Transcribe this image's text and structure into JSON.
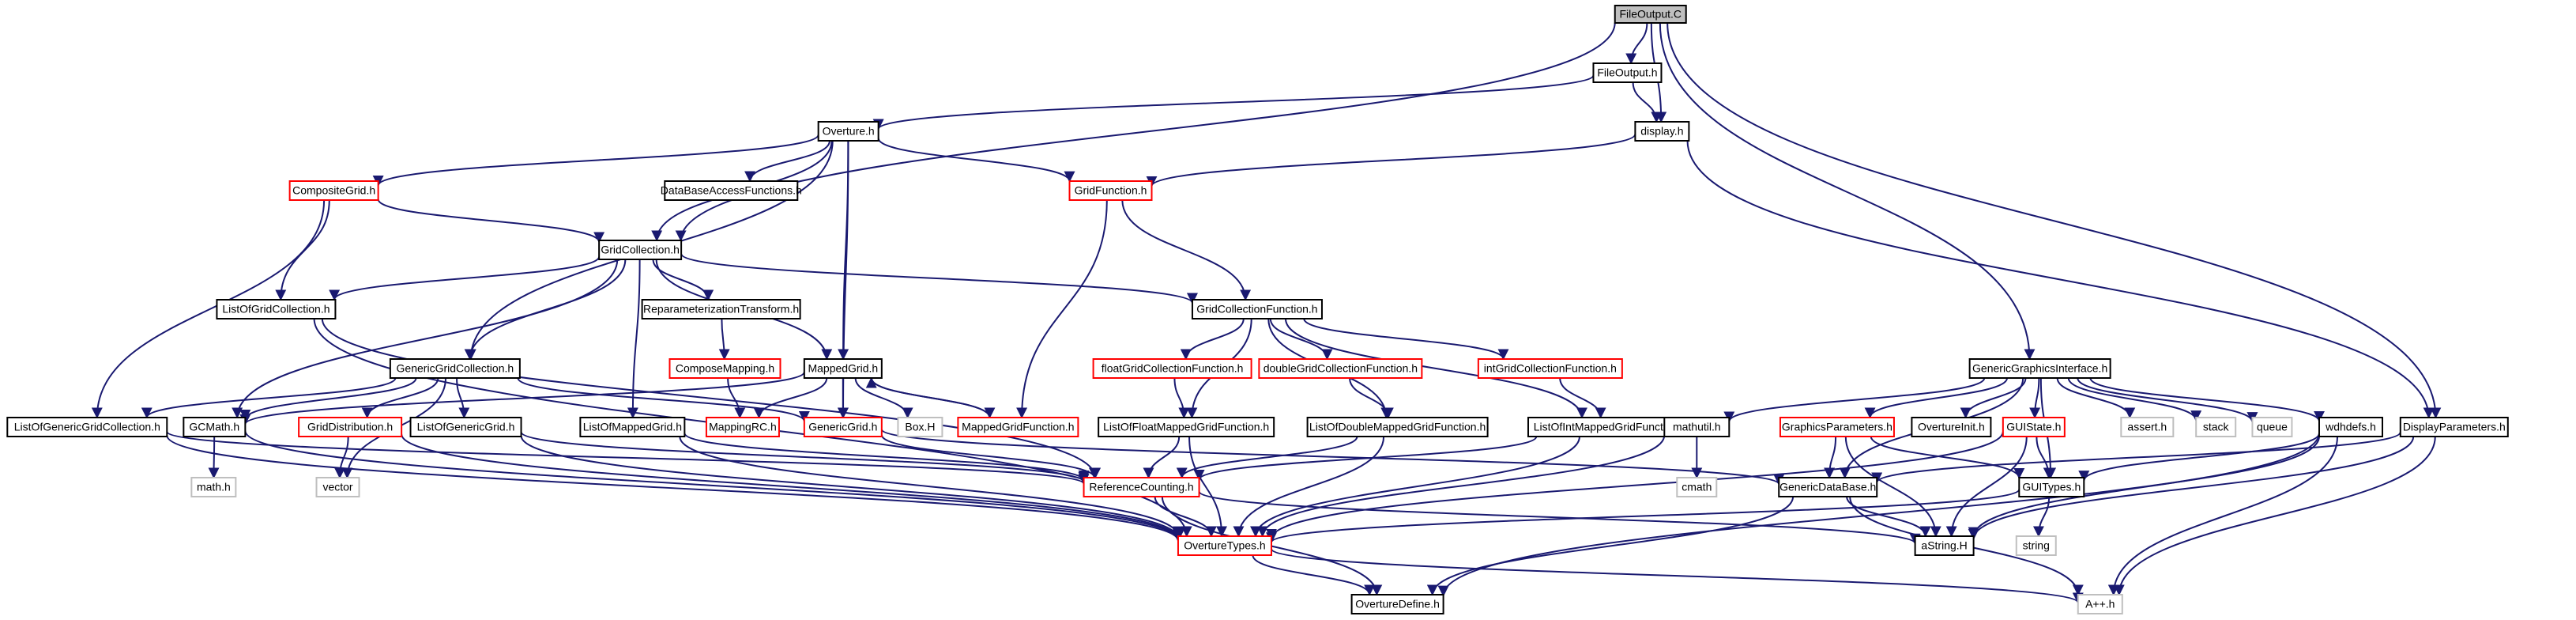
{
  "colors": {
    "edge": "#191970",
    "normal_border": "#000000",
    "red_border": "#ff0000",
    "system_border": "#bfbfbf",
    "root_fill": "#bfbfbf",
    "text": "#000000",
    "system_text": "#000000"
  },
  "nodes": [
    {
      "id": "FileOutputC",
      "label": "FileOutput.C",
      "style": "root"
    },
    {
      "id": "FileOutputH",
      "label": "FileOutput.h",
      "style": "normal"
    },
    {
      "id": "OvertureH",
      "label": "Overture.h",
      "style": "normal"
    },
    {
      "id": "displayH",
      "label": "display.h",
      "style": "normal"
    },
    {
      "id": "CompositeGridH",
      "label": "CompositeGrid.h",
      "style": "red"
    },
    {
      "id": "DataBaseAccessFunctionsH",
      "label": "DataBaseAccessFunctions.h",
      "style": "normal"
    },
    {
      "id": "GridFunctionH",
      "label": "GridFunction.h",
      "style": "red"
    },
    {
      "id": "GridCollectionH",
      "label": "GridCollection.h",
      "style": "normal"
    },
    {
      "id": "ListOfGridCollectionH",
      "label": "ListOfGridCollection.h",
      "style": "normal"
    },
    {
      "id": "ReparameterizationTransformH",
      "label": "ReparameterizationTransform.h",
      "style": "normal"
    },
    {
      "id": "GridCollectionFunctionH",
      "label": "GridCollectionFunction.h",
      "style": "normal"
    },
    {
      "id": "ComposeMappingH",
      "label": "ComposeMapping.h",
      "style": "red"
    },
    {
      "id": "GenericGridCollectionH",
      "label": "GenericGridCollection.h",
      "style": "normal"
    },
    {
      "id": "MappedGridH",
      "label": "MappedGrid.h",
      "style": "normal"
    },
    {
      "id": "floatGridCollectionFunctionH",
      "label": "floatGridCollectionFunction.h",
      "style": "red"
    },
    {
      "id": "doubleGridCollectionFunctionH",
      "label": "doubleGridCollectionFunction.h",
      "style": "red"
    },
    {
      "id": "intGridCollectionFunctionH",
      "label": "intGridCollectionFunction.h",
      "style": "red"
    },
    {
      "id": "GenericGraphicsInterfaceH",
      "label": "GenericGraphicsInterface.h",
      "style": "normal"
    },
    {
      "id": "ListOfGenericGridCollectionH",
      "label": "ListOfGenericGridCollection.h",
      "style": "normal"
    },
    {
      "id": "GCMathH",
      "label": "GCMath.h",
      "style": "normal"
    },
    {
      "id": "GridDistributionH",
      "label": "GridDistribution.h",
      "style": "red"
    },
    {
      "id": "ListOfGenericGridH",
      "label": "ListOfGenericGrid.h",
      "style": "normal"
    },
    {
      "id": "ListOfMappedGridH",
      "label": "ListOfMappedGrid.h",
      "style": "normal"
    },
    {
      "id": "MappingRCH",
      "label": "MappingRC.h",
      "style": "red"
    },
    {
      "id": "GenericGridH",
      "label": "GenericGrid.h",
      "style": "red"
    },
    {
      "id": "BoxH",
      "label": "Box.H",
      "style": "system"
    },
    {
      "id": "MappedGridFunctionH",
      "label": "MappedGridFunction.h",
      "style": "red"
    },
    {
      "id": "ListOfFloatMappedGridFunctionH",
      "label": "ListOfFloatMappedGridFunction.h",
      "style": "normal"
    },
    {
      "id": "ListOfDoubleMappedGridFunctionH",
      "label": "ListOfDoubleMappedGridFunction.h",
      "style": "normal"
    },
    {
      "id": "ListOfIntMappedGridFunctionH",
      "label": "ListOfIntMappedGridFunction.h",
      "style": "normal"
    },
    {
      "id": "mathutilH",
      "label": "mathutil.h",
      "style": "normal"
    },
    {
      "id": "GraphicsParametersH",
      "label": "GraphicsParameters.h",
      "style": "red"
    },
    {
      "id": "GUIStateH",
      "label": "GUIState.h",
      "style": "red"
    },
    {
      "id": "OvertureInitH",
      "label": "OvertureInit.h",
      "style": "normal"
    },
    {
      "id": "assertH",
      "label": "assert.h",
      "style": "system"
    },
    {
      "id": "stack",
      "label": "stack",
      "style": "system"
    },
    {
      "id": "queue",
      "label": "queue",
      "style": "system"
    },
    {
      "id": "wdhdefsH",
      "label": "wdhdefs.h",
      "style": "normal"
    },
    {
      "id": "DisplayParametersH",
      "label": "DisplayParameters.h",
      "style": "normal"
    },
    {
      "id": "mathH",
      "label": "math.h",
      "style": "system"
    },
    {
      "id": "vector",
      "label": "vector",
      "style": "system"
    },
    {
      "id": "ReferenceCountingH",
      "label": "ReferenceCounting.h",
      "style": "red"
    },
    {
      "id": "cmath",
      "label": "cmath",
      "style": "system"
    },
    {
      "id": "GenericDataBaseH",
      "label": "GenericDataBase.h",
      "style": "normal"
    },
    {
      "id": "GUITypesH",
      "label": "GUITypes.h",
      "style": "normal"
    },
    {
      "id": "OvertureTypesH",
      "label": "OvertureTypes.h",
      "style": "red"
    },
    {
      "id": "aStringH",
      "label": "aString.H",
      "style": "normal"
    },
    {
      "id": "string",
      "label": "string",
      "style": "system"
    },
    {
      "id": "OvertureDefineH",
      "label": "OvertureDefine.h",
      "style": "normal"
    },
    {
      "id": "AppH",
      "label": "A++.h",
      "style": "system"
    }
  ],
  "edges": [
    [
      "FileOutputC",
      "FileOutputH"
    ],
    [
      "FileOutputC",
      "displayH"
    ],
    [
      "FileOutputC",
      "GridCollectionH"
    ],
    [
      "FileOutputC",
      "GenericGraphicsInterfaceH"
    ],
    [
      "FileOutputC",
      "DisplayParametersH"
    ],
    [
      "FileOutputH",
      "OvertureH"
    ],
    [
      "FileOutputH",
      "displayH"
    ],
    [
      "OvertureH",
      "CompositeGridH"
    ],
    [
      "OvertureH",
      "DataBaseAccessFunctionsH"
    ],
    [
      "OvertureH",
      "GridFunctionH"
    ],
    [
      "OvertureH",
      "GridCollectionH"
    ],
    [
      "OvertureH",
      "GenericGridCollectionH"
    ],
    [
      "OvertureH",
      "MappedGridH"
    ],
    [
      "OvertureH",
      "GenericGridH"
    ],
    [
      "displayH",
      "GridFunctionH"
    ],
    [
      "displayH",
      "DisplayParametersH"
    ],
    [
      "CompositeGridH",
      "GridCollectionH"
    ],
    [
      "CompositeGridH",
      "ListOfGridCollectionH"
    ],
    [
      "CompositeGridH",
      "ListOfGenericGridCollectionH"
    ],
    [
      "GridFunctionH",
      "GridCollectionFunctionH"
    ],
    [
      "GridFunctionH",
      "MappedGridFunctionH"
    ],
    [
      "GridCollectionH",
      "ListOfGridCollectionH"
    ],
    [
      "GridCollectionH",
      "ReparameterizationTransformH"
    ],
    [
      "GridCollectionH",
      "GridCollectionFunctionH"
    ],
    [
      "GridCollectionH",
      "GenericGridCollectionH"
    ],
    [
      "GridCollectionH",
      "MappedGridH"
    ],
    [
      "GridCollectionH",
      "ListOfMappedGridH"
    ],
    [
      "GridCollectionH",
      "GCMathH"
    ],
    [
      "ListOfGridCollectionH",
      "OvertureTypesH"
    ],
    [
      "ListOfGridCollectionH",
      "ReferenceCountingH"
    ],
    [
      "ReparameterizationTransformH",
      "ComposeMappingH"
    ],
    [
      "GridCollectionFunctionH",
      "floatGridCollectionFunctionH"
    ],
    [
      "GridCollectionFunctionH",
      "doubleGridCollectionFunctionH"
    ],
    [
      "GridCollectionFunctionH",
      "intGridCollectionFunctionH"
    ],
    [
      "GridCollectionFunctionH",
      "ListOfFloatMappedGridFunctionH"
    ],
    [
      "GridCollectionFunctionH",
      "ListOfDoubleMappedGridFunctionH"
    ],
    [
      "GridCollectionFunctionH",
      "ListOfIntMappedGridFunctionH"
    ],
    [
      "ComposeMappingH",
      "MappingRCH"
    ],
    [
      "GenericGridCollectionH",
      "ListOfGenericGridCollectionH"
    ],
    [
      "GenericGridCollectionH",
      "GCMathH"
    ],
    [
      "GenericGridCollectionH",
      "GridDistributionH"
    ],
    [
      "GenericGridCollectionH",
      "ListOfGenericGridH"
    ],
    [
      "GenericGridCollectionH",
      "GenericGridH"
    ],
    [
      "GenericGridCollectionH",
      "vector"
    ],
    [
      "MappedGridH",
      "MappingRCH"
    ],
    [
      "MappedGridH",
      "GenericGridH"
    ],
    [
      "MappedGridH",
      "BoxH"
    ],
    [
      "MappedGridH",
      "MappedGridFunctionH"
    ],
    [
      "MappedGridH",
      "GCMathH"
    ],
    [
      "MappedGridFunctionH",
      "MappedGridH"
    ],
    [
      "floatGridCollectionFunctionH",
      "ListOfFloatMappedGridFunctionH"
    ],
    [
      "doubleGridCollectionFunctionH",
      "ListOfDoubleMappedGridFunctionH"
    ],
    [
      "intGridCollectionFunctionH",
      "ListOfIntMappedGridFunctionH"
    ],
    [
      "GenericGraphicsInterfaceH",
      "mathutilH"
    ],
    [
      "GenericGraphicsInterfaceH",
      "GraphicsParametersH"
    ],
    [
      "GenericGraphicsInterfaceH",
      "GUIStateH"
    ],
    [
      "GenericGraphicsInterfaceH",
      "OvertureInitH"
    ],
    [
      "GenericGraphicsInterfaceH",
      "assertH"
    ],
    [
      "GenericGraphicsInterfaceH",
      "stack"
    ],
    [
      "GenericGraphicsInterfaceH",
      "queue"
    ],
    [
      "GenericGraphicsInterfaceH",
      "wdhdefsH"
    ],
    [
      "GenericGraphicsInterfaceH",
      "GenericDataBaseH"
    ],
    [
      "GenericGraphicsInterfaceH",
      "GUITypesH"
    ],
    [
      "ListOfGenericGridCollectionH",
      "OvertureTypesH"
    ],
    [
      "ListOfGenericGridCollectionH",
      "ReferenceCountingH"
    ],
    [
      "GCMathH",
      "mathH"
    ],
    [
      "GCMathH",
      "OvertureTypesH"
    ],
    [
      "GridDistributionH",
      "vector"
    ],
    [
      "GridDistributionH",
      "OvertureTypesH"
    ],
    [
      "ListOfGenericGridH",
      "OvertureTypesH"
    ],
    [
      "ListOfGenericGridH",
      "ReferenceCountingH"
    ],
    [
      "ListOfMappedGridH",
      "OvertureTypesH"
    ],
    [
      "ListOfMappedGridH",
      "ReferenceCountingH"
    ],
    [
      "GenericGridH",
      "ReferenceCountingH"
    ],
    [
      "GenericGridH",
      "GenericDataBaseH"
    ],
    [
      "ListOfFloatMappedGridFunctionH",
      "OvertureTypesH"
    ],
    [
      "ListOfFloatMappedGridFunctionH",
      "ReferenceCountingH"
    ],
    [
      "ListOfDoubleMappedGridFunctionH",
      "OvertureTypesH"
    ],
    [
      "ListOfDoubleMappedGridFunctionH",
      "ReferenceCountingH"
    ],
    [
      "ListOfIntMappedGridFunctionH",
      "OvertureTypesH"
    ],
    [
      "ListOfIntMappedGridFunctionH",
      "ReferenceCountingH"
    ],
    [
      "mathutilH",
      "cmath"
    ],
    [
      "mathutilH",
      "OvertureTypesH"
    ],
    [
      "GraphicsParametersH",
      "GenericDataBaseH"
    ],
    [
      "GraphicsParametersH",
      "GUITypesH"
    ],
    [
      "GraphicsParametersH",
      "aStringH"
    ],
    [
      "GUIStateH",
      "GUITypesH"
    ],
    [
      "GUIStateH",
      "aStringH"
    ],
    [
      "GUIStateH",
      "OvertureTypesH"
    ],
    [
      "wdhdefsH",
      "OvertureDefineH"
    ],
    [
      "wdhdefsH",
      "AppH"
    ],
    [
      "wdhdefsH",
      "aStringH"
    ],
    [
      "wdhdefsH",
      "GUITypesH"
    ],
    [
      "DisplayParametersH",
      "GenericDataBaseH"
    ],
    [
      "DisplayParametersH",
      "aStringH"
    ],
    [
      "DisplayParametersH",
      "AppH"
    ],
    [
      "ReferenceCountingH",
      "OvertureTypesH"
    ],
    [
      "ReferenceCountingH",
      "OvertureDefineH"
    ],
    [
      "ReferenceCountingH",
      "aStringH"
    ],
    [
      "GenericDataBaseH",
      "OvertureDefineH"
    ],
    [
      "GenericDataBaseH",
      "aStringH"
    ],
    [
      "GenericDataBaseH",
      "AppH"
    ],
    [
      "GUITypesH",
      "string"
    ],
    [
      "GUITypesH",
      "OvertureTypesH"
    ],
    [
      "OvertureTypesH",
      "OvertureDefineH"
    ],
    [
      "OvertureTypesH",
      "AppH"
    ]
  ]
}
